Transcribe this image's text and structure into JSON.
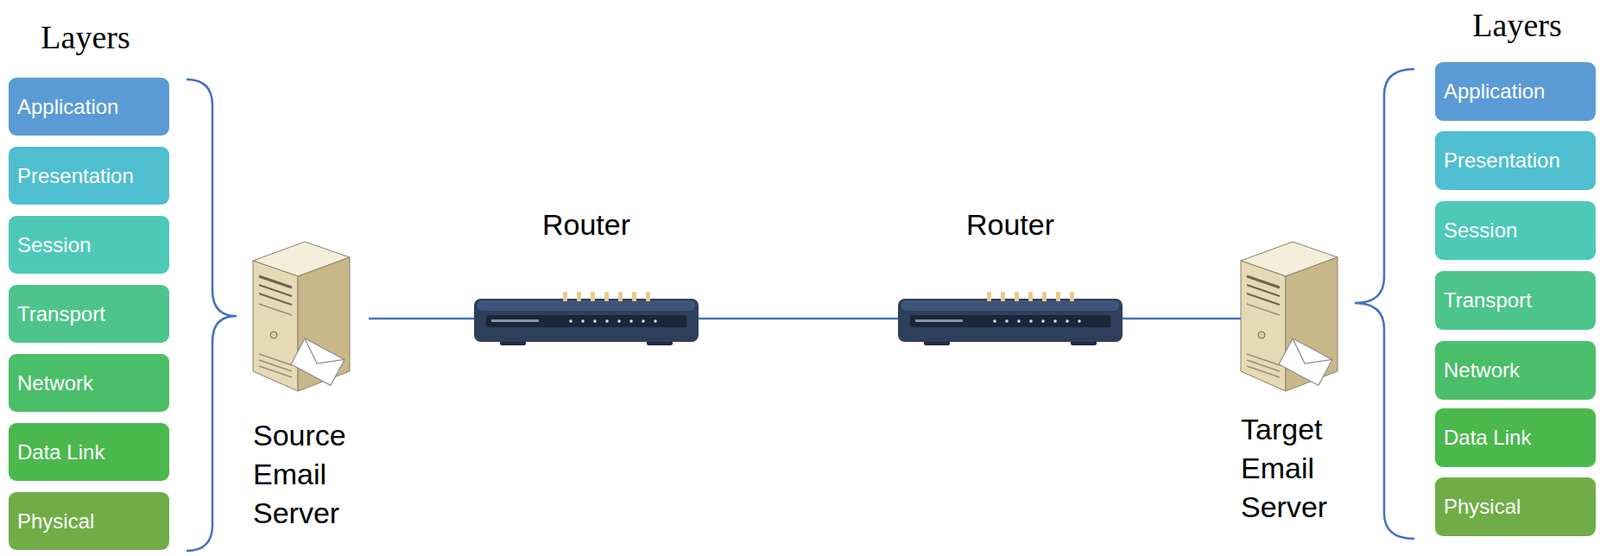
{
  "diagram": {
    "nodes": [
      {
        "text": [
          "Application"
        ]
      },
      {
        "text": [
          "Presentation"
        ]
      },
      {
        "text": [
          "Session"
        ]
      },
      {
        "text": [
          "Transport"
        ]
      },
      {
        "text": [
          "Network"
        ]
      },
      {
        "text": [
          "Data Link"
        ]
      },
      {
        "text": [
          "Physical"
        ]
      },
      {
        "text": [
          "Source Email Server"
        ]
      },
      {
        "text": [
          "Router"
        ]
      },
      {
        "text": [
          "Router"
        ]
      },
      {
        "text": [
          "Target Email Server"
        ]
      },
      {
        "text": [
          "Application"
        ]
      },
      {
        "text": [
          "Presentation"
        ]
      },
      {
        "text": [
          "Session"
        ]
      },
      {
        "text": [
          "Transport"
        ]
      },
      {
        "text": [
          "Network"
        ]
      },
      {
        "text": [
          "Data Link"
        ]
      },
      {
        "text": [
          "Physical"
        ]
      }
    ],
    "edges": [
      {
        "from": 7,
        "to": 8,
        "arrow": "none"
      },
      {
        "from": 8,
        "to": 9,
        "arrow": "none"
      },
      {
        "from": 9,
        "to": 10,
        "arrow": "none"
      }
    ],
    "labels": [
      "Layers",
      "Layers"
    ]
  }
}
